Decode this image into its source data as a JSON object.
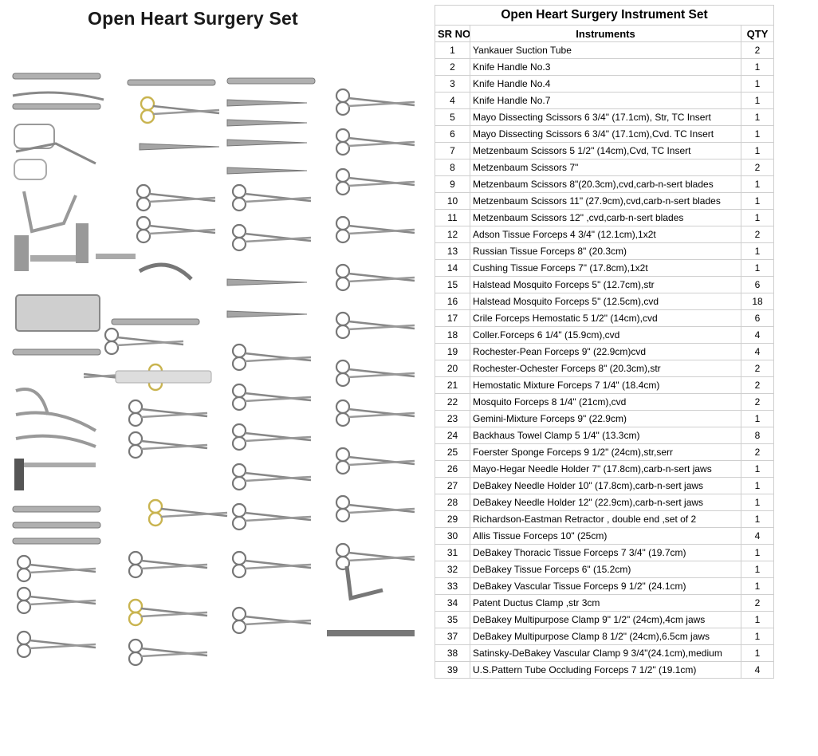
{
  "left_title": "Open Heart Surgery Set",
  "table": {
    "title": "Open Heart Surgery Instrument Set",
    "headers": {
      "sr": "SR NO",
      "name": "Instruments",
      "qty": "QTY"
    },
    "rows": [
      {
        "sr": "1",
        "name": "Yankauer Suction Tube",
        "qty": "2"
      },
      {
        "sr": "2",
        "name": "Knife Handle No.3",
        "qty": "1"
      },
      {
        "sr": "3",
        "name": "Knife Handle No.4",
        "qty": "1"
      },
      {
        "sr": "4",
        "name": "Knife Handle No.7",
        "qty": "1"
      },
      {
        "sr": "5",
        "name": "Mayo Dissecting Scissors 6 3/4\" (17.1cm), Str, TC Insert",
        "qty": "1"
      },
      {
        "sr": "6",
        "name": "Mayo Dissecting Scissors 6 3/4\" (17.1cm),Cvd. TC Insert",
        "qty": "1"
      },
      {
        "sr": "7",
        "name": "Metzenbaum Scissors 5 1/2\" (14cm),Cvd, TC Insert",
        "qty": "1"
      },
      {
        "sr": "8",
        "name": "Metzenbaum Scissors 7\"",
        "qty": "2"
      },
      {
        "sr": "9",
        "name": "Metzenbaum Scissors 8\"(20.3cm),cvd,carb-n-sert blades",
        "qty": "1"
      },
      {
        "sr": "10",
        "name": "Metzenbaum Scissors 11\" (27.9cm),cvd,carb-n-sert blades",
        "qty": "1"
      },
      {
        "sr": "11",
        "name": "Metzenbaum Scissors 12\" ,cvd,carb-n-sert blades",
        "qty": "1"
      },
      {
        "sr": "12",
        "name": "Adson Tissue Forceps 4 3/4\" (12.1cm),1x2t",
        "qty": "2"
      },
      {
        "sr": "13",
        "name": "Russian Tissue Forceps 8\" (20.3cm)",
        "qty": "1"
      },
      {
        "sr": "14",
        "name": "Cushing Tissue Forceps 7\" (17.8cm),1x2t",
        "qty": "1"
      },
      {
        "sr": "15",
        "name": "Halstead Mosquito Forceps 5\" (12.7cm),str",
        "qty": "6"
      },
      {
        "sr": "16",
        "name": "Halstead Mosquito Forceps 5\" (12.5cm),cvd",
        "qty": "18"
      },
      {
        "sr": "17",
        "name": "Crile Forceps Hemostatic 5 1/2\" (14cm),cvd",
        "qty": "6"
      },
      {
        "sr": "18",
        "name": "Coller.Forceps 6 1/4\" (15.9cm),cvd",
        "qty": "4"
      },
      {
        "sr": "19",
        "name": "Rochester-Pean Forceps 9\" (22.9cm)cvd",
        "qty": "4"
      },
      {
        "sr": "20",
        "name": "Rochester-Ochester Forceps 8\" (20.3cm),str",
        "qty": "2"
      },
      {
        "sr": "21",
        "name": "Hemostatic Mixture Forceps 7 1/4\" (18.4cm)",
        "qty": "2"
      },
      {
        "sr": "22",
        "name": "Mosquito Forceps 8 1/4\" (21cm),cvd",
        "qty": "2"
      },
      {
        "sr": "23",
        "name": "Gemini-Mixture Forceps 9\" (22.9cm)",
        "qty": "1"
      },
      {
        "sr": "24",
        "name": "Backhaus Towel Clamp 5 1/4\" (13.3cm)",
        "qty": "8"
      },
      {
        "sr": "25",
        "name": "Foerster Sponge Forceps 9 1/2\" (24cm),str,serr",
        "qty": "2"
      },
      {
        "sr": "26",
        "name": "Mayo-Hegar Needle Holder 7\" (17.8cm),carb-n-sert jaws",
        "qty": "1"
      },
      {
        "sr": "27",
        "name": "DeBakey Needle Holder 10\" (17.8cm),carb-n-sert jaws",
        "qty": "1"
      },
      {
        "sr": "28",
        "name": "DeBakey Needle Holder 12\" (22.9cm),carb-n-sert jaws",
        "qty": "1"
      },
      {
        "sr": "29",
        "name": "Richardson-Eastman Retractor , double end ,set of 2",
        "qty": "1"
      },
      {
        "sr": "30",
        "name": "Allis Tissue Forceps 10\" (25cm)",
        "qty": "4"
      },
      {
        "sr": "31",
        "name": "DeBakey Thoracic Tissue Forceps 7 3/4\" (19.7cm)",
        "qty": "1"
      },
      {
        "sr": "32",
        "name": "DeBakey Tissue Forceps 6\" (15.2cm)",
        "qty": "1"
      },
      {
        "sr": "33",
        "name": "DeBakey Vascular Tissue Forceps 9 1/2\" (24.1cm)",
        "qty": "1"
      },
      {
        "sr": "34",
        "name": "Patent Ductus Clamp ,str 3cm",
        "qty": "2"
      },
      {
        "sr": "35",
        "name": "DeBakey Multipurpose Clamp 9\" 1/2\" (24cm),4cm jaws",
        "qty": "1"
      },
      {
        "sr": "37",
        "name": "DeBakey Multipurpose Clamp 8 1/2\" (24cm),6.5cm jaws",
        "qty": "1"
      },
      {
        "sr": "38",
        "name": "Satinsky-DeBakey Vascular Clamp 9 3/4\"(24.1cm),medium",
        "qty": "1"
      },
      {
        "sr": "39",
        "name": "U.S.Pattern Tube Occluding Forceps 7 1/2\" (19.1cm)",
        "qty": "4"
      }
    ]
  },
  "colors": {
    "instrument_steel": "#8a8a8a",
    "gold_handle": "#c9b450",
    "grid_line": "#cfcfcf"
  }
}
